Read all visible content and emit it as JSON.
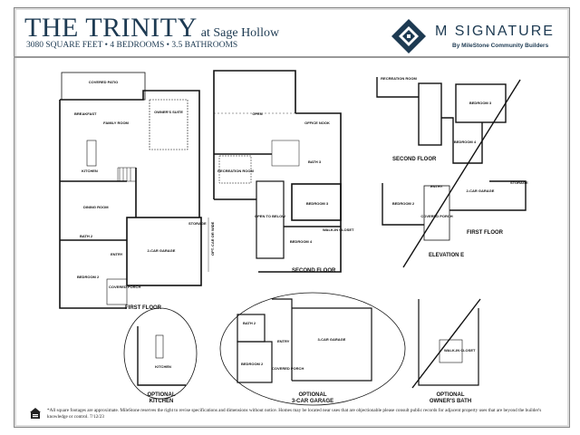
{
  "header": {
    "title": "THE TRINITY",
    "subtitle_location": "at Sage Hollow",
    "specs": "3080 SQUARE FEET • 4 BEDROOMS • 3.5 BATHROOMS",
    "brand_name": "M SIGNATURE",
    "brand_tagline": "By MileStone Community Builders"
  },
  "first_floor": {
    "caption": "FIRST FLOOR",
    "rooms": [
      "COVERED PATIO",
      "BREAKFAST",
      "FAMILY ROOM",
      "OWNER'S SUITE",
      "KITCHEN",
      "DINING ROOM",
      "BATH 2",
      "BEDROOM 2",
      "COVERED PORCH",
      "ENTRY",
      "2-CAR GARAGE",
      "STORAGE",
      "OPT. CAR OR WIDE"
    ]
  },
  "second_floor": {
    "caption": "SECOND FLOOR",
    "rooms": [
      "OPEN",
      "OFFICE NOOK",
      "RECREATION ROOM",
      "BATH 3",
      "BEDROOM 3",
      "OPEN TO BELOW",
      "BEDROOM 4",
      "WALK-IN CLOSET"
    ]
  },
  "elevation_e": {
    "second_floor_caption": "SECOND FLOOR",
    "first_floor_caption": "FIRST FLOOR",
    "caption": "ELEVATION E",
    "rooms": [
      "RECREATION ROOM",
      "BEDROOM 3",
      "BEDROOM 4",
      "BEDROOM 2",
      "ENTRY",
      "2-CAR GARAGE",
      "COVERED PORCH",
      "STORAGE"
    ]
  },
  "options": {
    "kitchen": {
      "caption_line1": "OPTIONAL",
      "caption_line2": "KITCHEN",
      "room": "KITCHEN"
    },
    "garage": {
      "caption_line1": "OPTIONAL",
      "caption_line2": "3-CAR GARAGE",
      "rooms": [
        "BATH 2",
        "BEDROOM 2",
        "ENTRY",
        "3-CAR GARAGE",
        "COVERED PORCH"
      ]
    },
    "bath": {
      "caption_line1": "OPTIONAL",
      "caption_line2": "OWNER'S BATH",
      "room": "WALK-IN CLOSET"
    }
  },
  "footer": {
    "disclaimer": "*All square footages are approximate. MileStone reserves the right to revise specifications and dimensions without notice. Homes may be located near uses that are objectionable please consult public records for adjacent property uses that are beyond the builder's knowledge or control. 7/12/23"
  },
  "colors": {
    "brand": "#1d3a52"
  }
}
